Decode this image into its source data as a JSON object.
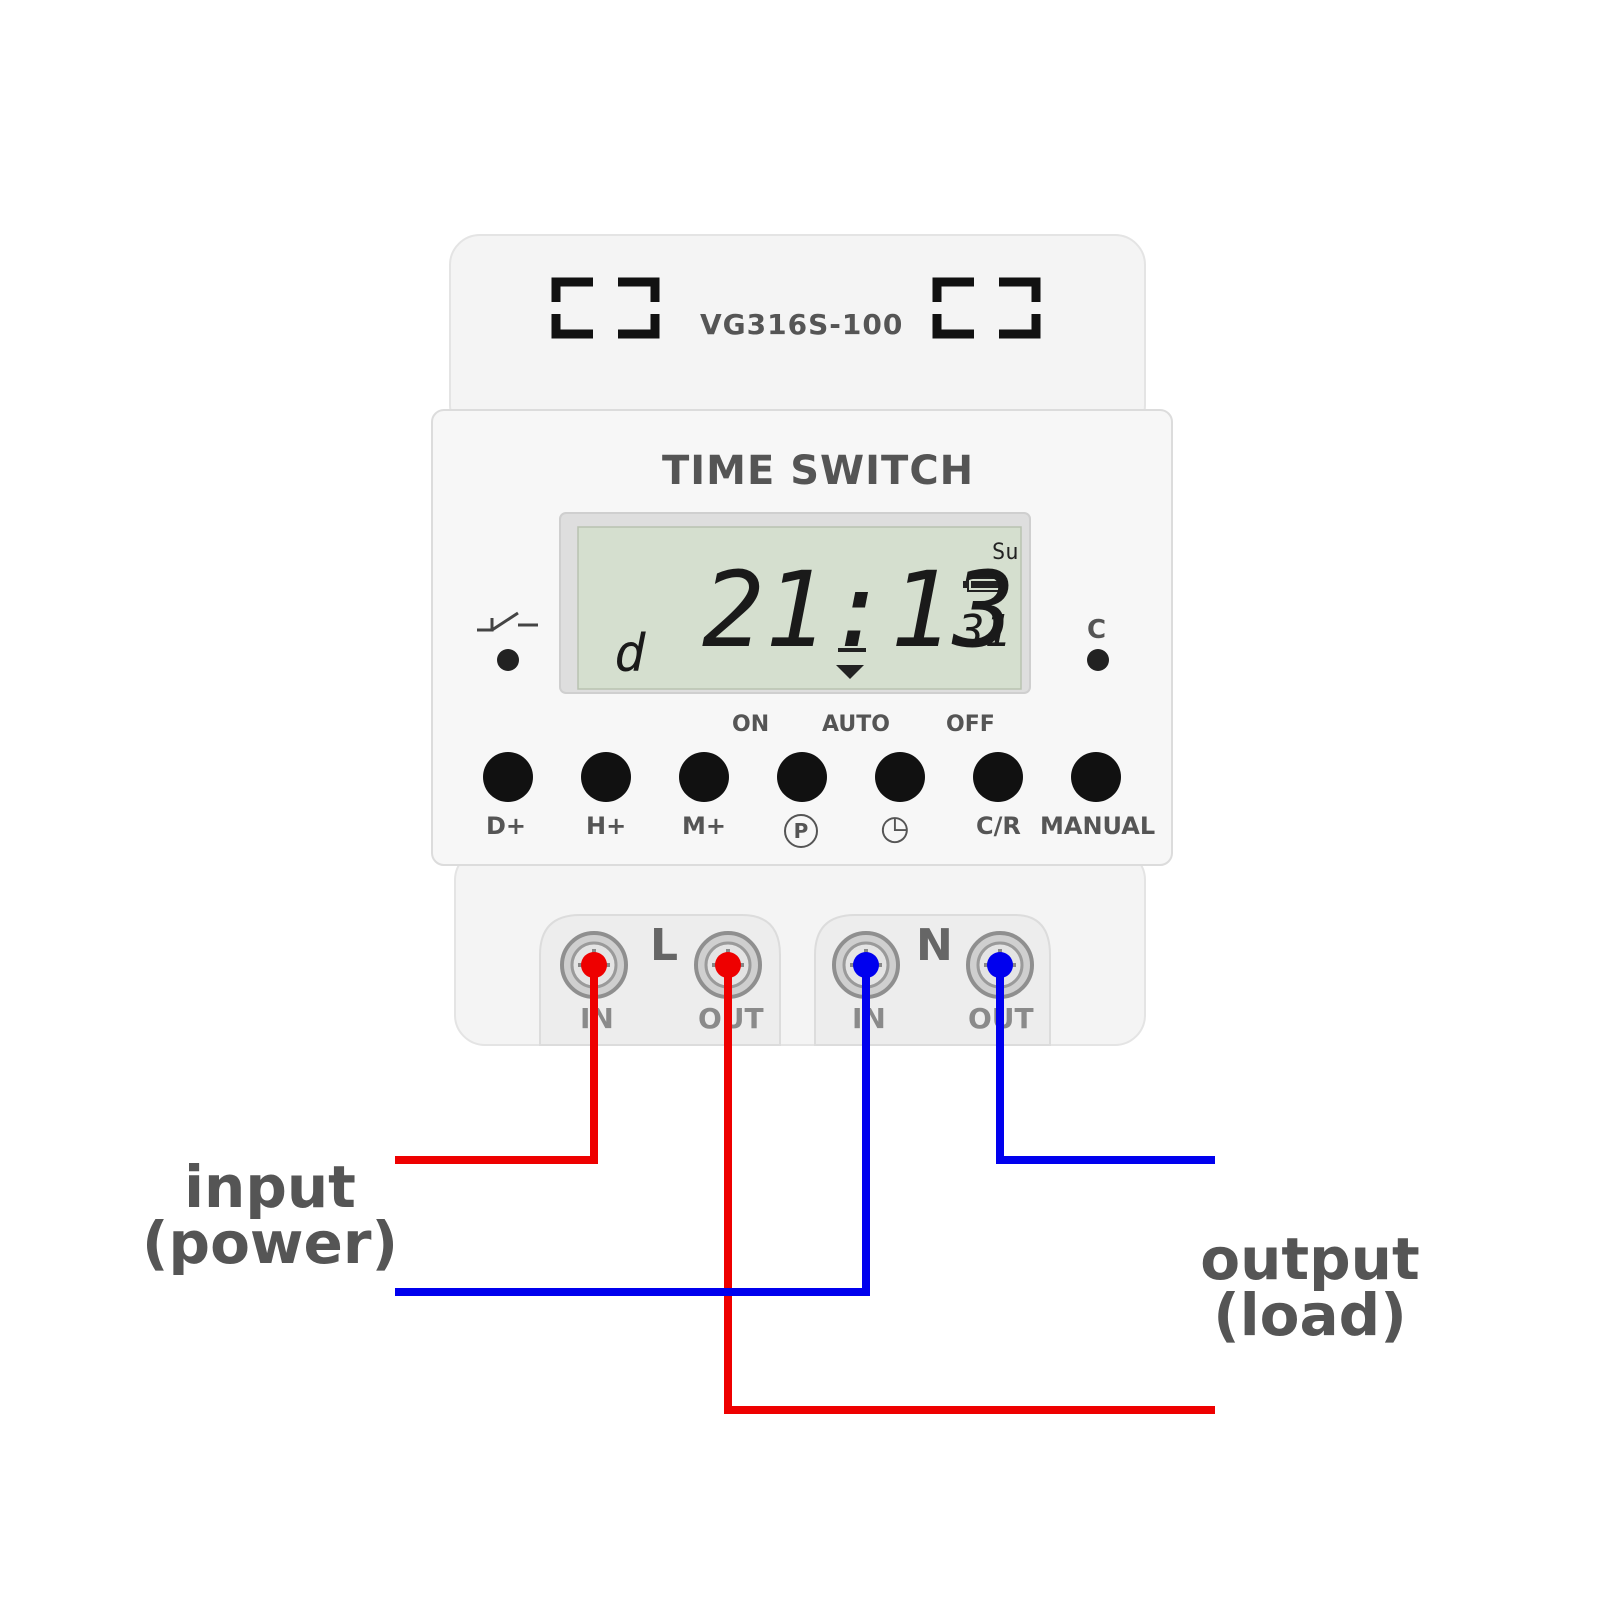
{
  "device": {
    "model": "VG316S-100",
    "title": "TIME SWITCH",
    "lcd": {
      "day": "Su",
      "time": "21:13",
      "seconds": "31",
      "prog": "d"
    },
    "relay_label": "C",
    "mode_labels": [
      "ON",
      "AUTO",
      "OFF"
    ],
    "buttons": [
      "D+",
      "H+",
      "M+",
      "P",
      "◷",
      "C/R",
      "MANUAL"
    ],
    "terminal_groups": [
      "L",
      "N"
    ],
    "terminal_labels": [
      "IN",
      "OUT",
      "IN",
      "OUT"
    ]
  },
  "wiring": {
    "input_label_line1": "input",
    "input_label_line2": "(power)",
    "output_label_line1": "output",
    "output_label_line2": "(load)",
    "colors": {
      "live": "#ee0000",
      "neutral": "#0000ee"
    }
  }
}
